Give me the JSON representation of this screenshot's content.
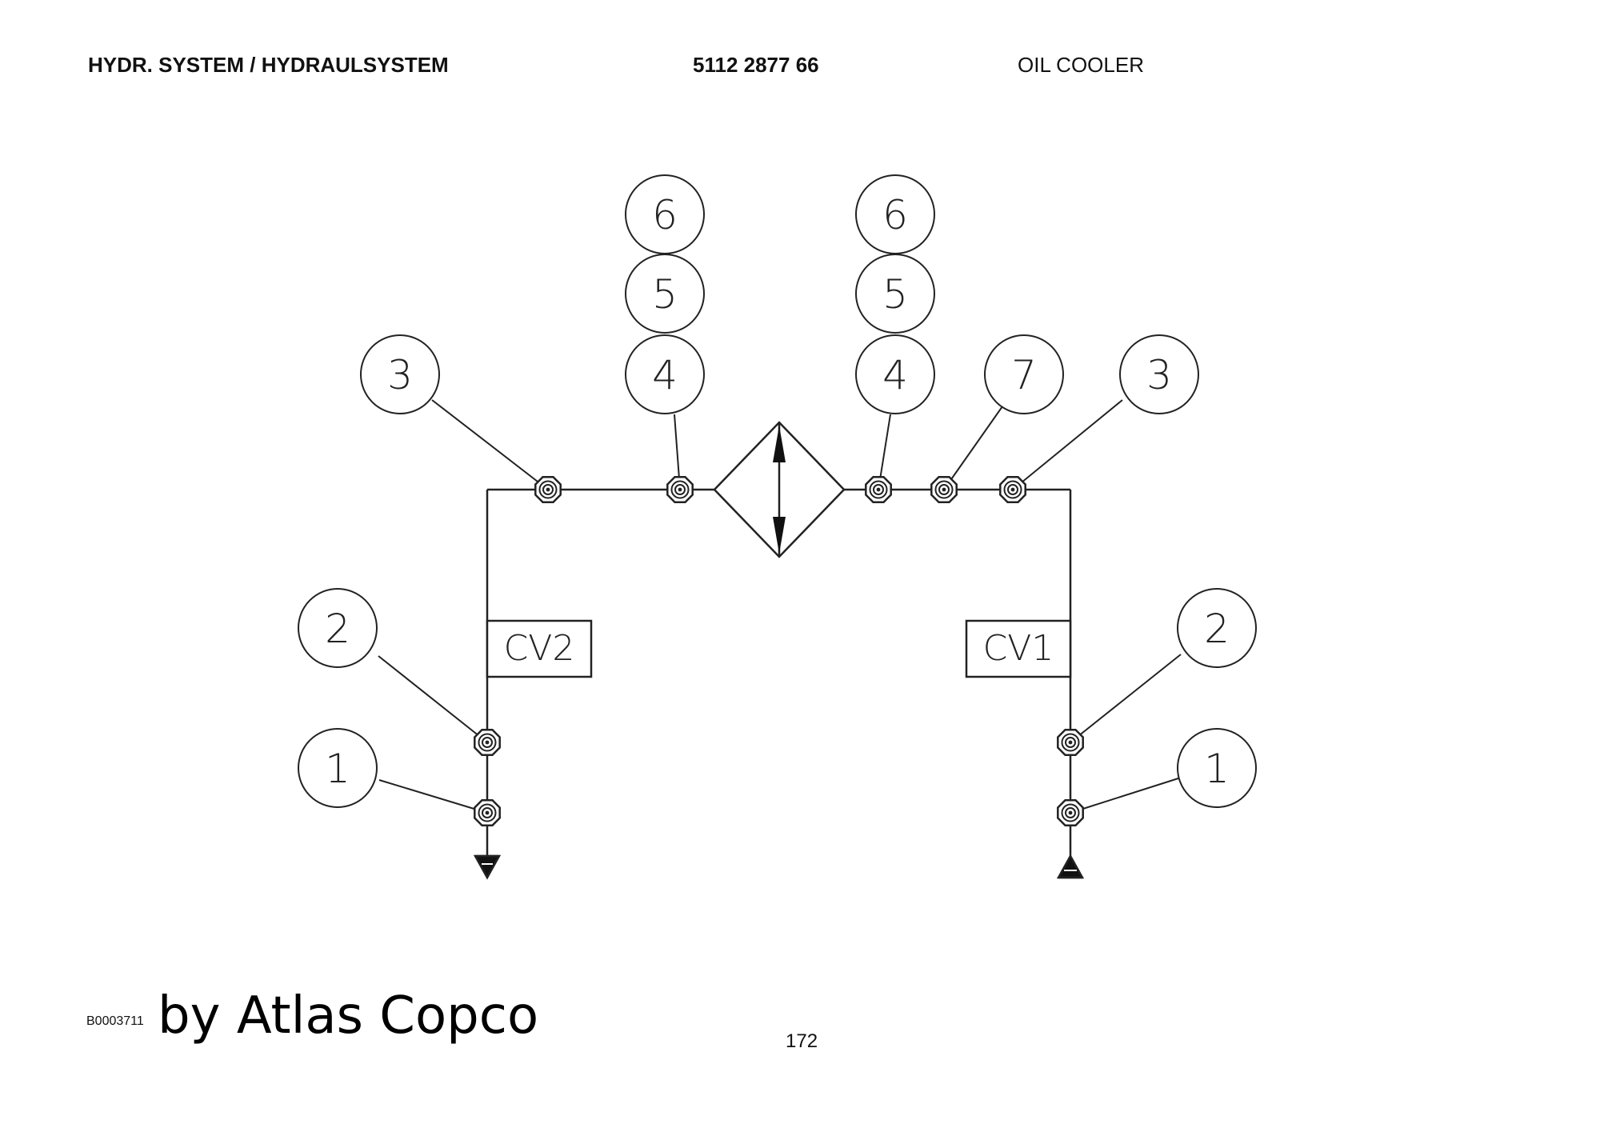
{
  "header": {
    "section": "HYDR. SYSTEM / HYDRAULSYSTEM",
    "part_number": "5112 2877 66",
    "title": "OIL COOLER"
  },
  "diagram": {
    "components": {
      "valve_left": "CV2",
      "valve_right": "CV1"
    },
    "callouts": {
      "left_3": "3",
      "left_stack_6": "6",
      "left_stack_5": "5",
      "left_stack_4": "4",
      "right_stack_6": "6",
      "right_stack_5": "5",
      "right_stack_4": "4",
      "right_7": "7",
      "right_3": "3",
      "left_2": "2",
      "left_1": "1",
      "right_2": "2",
      "right_1": "1"
    }
  },
  "footer": {
    "drawing_code": "B0003711",
    "brand": "by Atlas Copco",
    "page_number": "172"
  }
}
